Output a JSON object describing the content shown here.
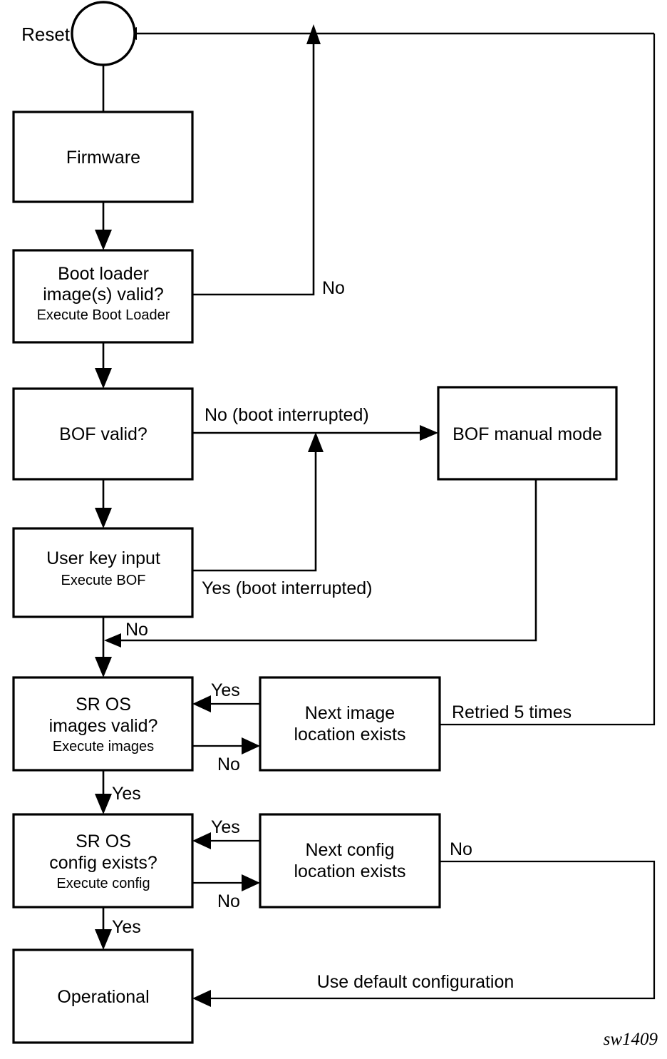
{
  "diagram": {
    "figure_id": "sw1409",
    "nodes": {
      "reset": {
        "label": "Reset"
      },
      "firmware": {
        "label": "Firmware"
      },
      "boot_loader": {
        "line1": "Boot loader",
        "line2": "image(s) valid?",
        "sub": "Execute Boot Loader"
      },
      "bof_valid": {
        "label": "BOF valid?"
      },
      "bof_manual": {
        "label": "BOF manual mode"
      },
      "user_key": {
        "label": "User key input",
        "sub": "Execute BOF"
      },
      "sr_os_images": {
        "line1": "SR OS",
        "line2": "images valid?",
        "sub": "Execute images"
      },
      "next_image": {
        "line1": "Next image",
        "line2": "location exists"
      },
      "sr_os_config": {
        "line1": "SR OS",
        "line2": "config exists?",
        "sub": "Execute config"
      },
      "next_config": {
        "line1": "Next config",
        "line2": "location exists"
      },
      "operational": {
        "label": "Operational"
      }
    },
    "edge_labels": {
      "boot_loader_no": "No",
      "bof_no_interrupted": "No (boot interrupted)",
      "user_key_yes_interrupted": "Yes (boot interrupted)",
      "bof_manual_no": "No",
      "images_yes_back": "Yes",
      "images_no": "No",
      "retried_5_times": "Retried 5 times",
      "images_yes_down": "Yes",
      "config_yes_back": "Yes",
      "config_no": "No",
      "next_config_no": "No",
      "config_yes_down": "Yes",
      "use_default_configuration": "Use default configuration"
    },
    "colors": {
      "stroke": "#000000",
      "fill": "#ffffff",
      "text": "#000000"
    }
  }
}
